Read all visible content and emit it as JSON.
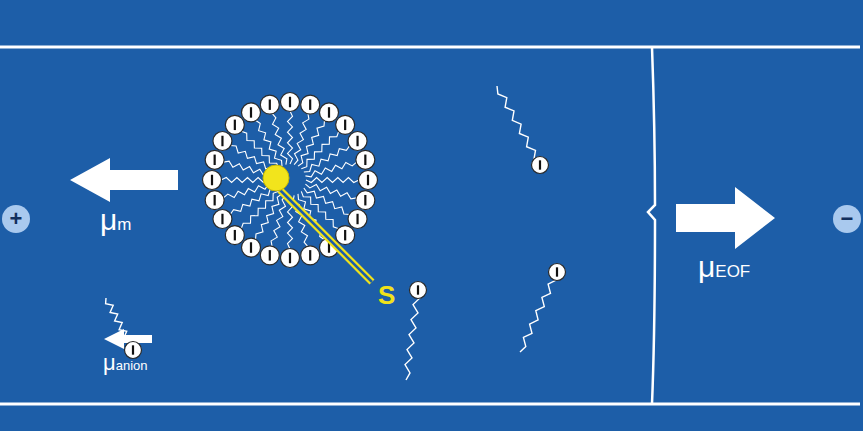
{
  "diagram": {
    "nodes": [
      {
        "text": [
          "+"
        ]
      },
      {
        "text": [
          "−"
        ]
      }
    ],
    "labels": [
      "μm",
      "μanion",
      "μEOF",
      "S"
    ]
  }
}
